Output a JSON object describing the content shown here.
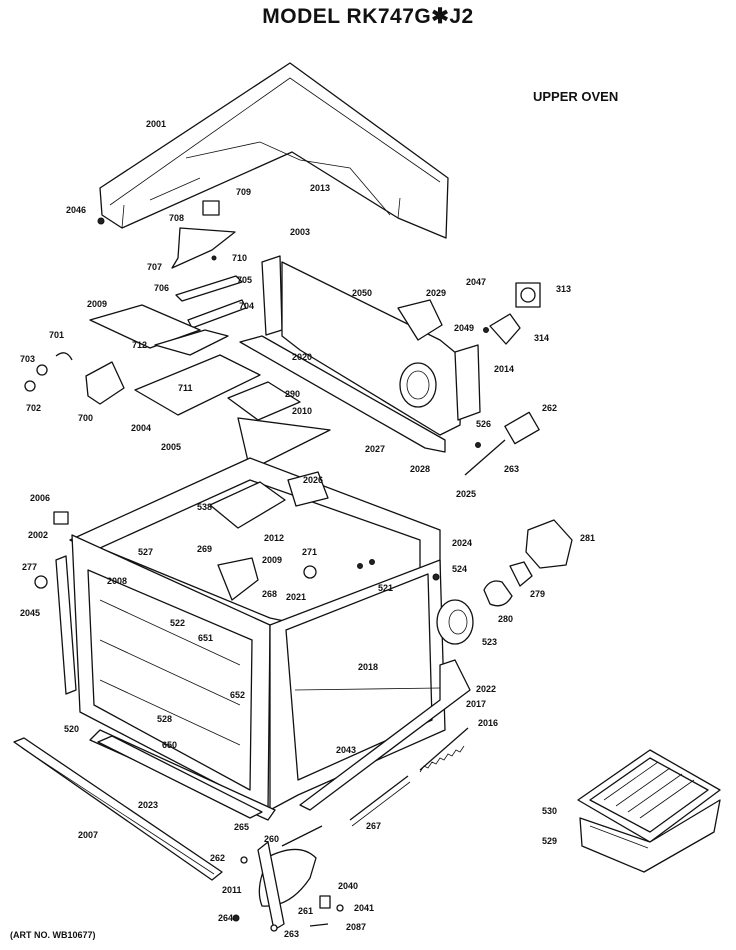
{
  "header": {
    "title": "MODEL RK747G✱J2",
    "section": "UPPER OVEN",
    "art_no": "(ART NO. WB10677)"
  },
  "parts": [
    {
      "id": "p2001",
      "label": "2001"
    },
    {
      "id": "p2046",
      "label": "2046"
    },
    {
      "id": "p709",
      "label": "709"
    },
    {
      "id": "p708",
      "label": "708"
    },
    {
      "id": "p2013",
      "label": "2013"
    },
    {
      "id": "p710",
      "label": "710"
    },
    {
      "id": "p707",
      "label": "707"
    },
    {
      "id": "p2003",
      "label": "2003"
    },
    {
      "id": "p706",
      "label": "706"
    },
    {
      "id": "p705",
      "label": "705"
    },
    {
      "id": "p704",
      "label": "704"
    },
    {
      "id": "p2050",
      "label": "2050"
    },
    {
      "id": "p2029",
      "label": "2029"
    },
    {
      "id": "p2047",
      "label": "2047"
    },
    {
      "id": "p313",
      "label": "313"
    },
    {
      "id": "p2049",
      "label": "2049"
    },
    {
      "id": "p314",
      "label": "314"
    },
    {
      "id": "p2009",
      "label": "2009"
    },
    {
      "id": "p701",
      "label": "701"
    },
    {
      "id": "p712",
      "label": "712"
    },
    {
      "id": "p2020",
      "label": "2020"
    },
    {
      "id": "p2014",
      "label": "2014"
    },
    {
      "id": "p703",
      "label": "703"
    },
    {
      "id": "p711",
      "label": "711"
    },
    {
      "id": "p702",
      "label": "702"
    },
    {
      "id": "p700",
      "label": "700"
    },
    {
      "id": "p290",
      "label": "290"
    },
    {
      "id": "p2010",
      "label": "2010"
    },
    {
      "id": "p2004",
      "label": "2004"
    },
    {
      "id": "p262a",
      "label": "262"
    },
    {
      "id": "p526",
      "label": "526"
    },
    {
      "id": "p2005",
      "label": "2005"
    },
    {
      "id": "p2027",
      "label": "2027"
    },
    {
      "id": "p263a",
      "label": "263"
    },
    {
      "id": "p2028",
      "label": "2028"
    },
    {
      "id": "p2026",
      "label": "2026"
    },
    {
      "id": "p2025",
      "label": "2025"
    },
    {
      "id": "p2006",
      "label": "2006"
    },
    {
      "id": "p538",
      "label": "538"
    },
    {
      "id": "p2012",
      "label": "2012"
    },
    {
      "id": "p2002",
      "label": "2002"
    },
    {
      "id": "p2024",
      "label": "2024"
    },
    {
      "id": "p281a",
      "label": "281"
    },
    {
      "id": "p527",
      "label": "527"
    },
    {
      "id": "p269",
      "label": "269"
    },
    {
      "id": "p2009b",
      "label": "2009"
    },
    {
      "id": "p271",
      "label": "271"
    },
    {
      "id": "p277",
      "label": "277"
    },
    {
      "id": "p524",
      "label": "524"
    },
    {
      "id": "p2008",
      "label": "2008"
    },
    {
      "id": "p268",
      "label": "268"
    },
    {
      "id": "p521",
      "label": "521"
    },
    {
      "id": "p279",
      "label": "279"
    },
    {
      "id": "p2045",
      "label": "2045"
    },
    {
      "id": "p2021",
      "label": "2021"
    },
    {
      "id": "p522",
      "label": "522"
    },
    {
      "id": "p280",
      "label": "280"
    },
    {
      "id": "p651",
      "label": "651"
    },
    {
      "id": "p523",
      "label": "523"
    },
    {
      "id": "p2018",
      "label": "2018"
    },
    {
      "id": "p652",
      "label": "652"
    },
    {
      "id": "p2022",
      "label": "2022"
    },
    {
      "id": "p2017",
      "label": "2017"
    },
    {
      "id": "p528",
      "label": "528"
    },
    {
      "id": "p520",
      "label": "520"
    },
    {
      "id": "p2016",
      "label": "2016"
    },
    {
      "id": "p650",
      "label": "650"
    },
    {
      "id": "p2043",
      "label": "2043"
    },
    {
      "id": "p2023",
      "label": "2023"
    },
    {
      "id": "p530",
      "label": "530"
    },
    {
      "id": "p2007",
      "label": "2007"
    },
    {
      "id": "p265",
      "label": "265"
    },
    {
      "id": "p267",
      "label": "267"
    },
    {
      "id": "p529",
      "label": "529"
    },
    {
      "id": "p260",
      "label": "260"
    },
    {
      "id": "p262b",
      "label": "262"
    },
    {
      "id": "p2011",
      "label": "2011"
    },
    {
      "id": "p2040",
      "label": "2040"
    },
    {
      "id": "p261",
      "label": "261"
    },
    {
      "id": "p2041",
      "label": "2041"
    },
    {
      "id": "p264",
      "label": "264"
    },
    {
      "id": "p263b",
      "label": "263"
    },
    {
      "id": "p2087",
      "label": "2087"
    }
  ]
}
